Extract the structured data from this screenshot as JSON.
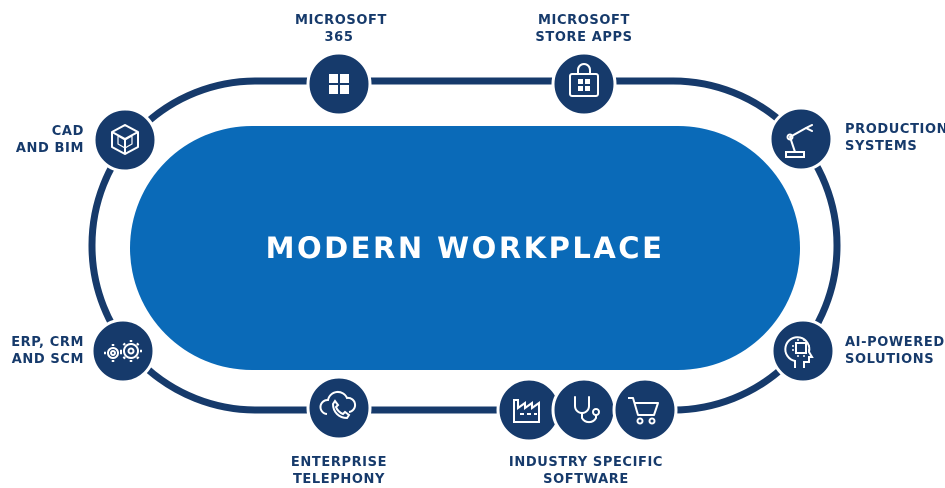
{
  "center_title": "MODERN WORKPLACE",
  "colors": {
    "navy": "#163a6b",
    "blue": "#0a6ab8",
    "white": "#ffffff"
  },
  "nodes": [
    {
      "id": "microsoft-365",
      "icon": "windows-grid-icon",
      "label": [
        "MICROSOFT",
        "365"
      ]
    },
    {
      "id": "microsoft-store-apps",
      "icon": "store-bag-icon",
      "label": [
        "MICROSOFT",
        "STORE APPS"
      ]
    },
    {
      "id": "production-systems",
      "icon": "robot-arm-icon",
      "label": [
        "PRODUCTION",
        "SYSTEMS"
      ]
    },
    {
      "id": "ai-powered-solutions",
      "icon": "ai-head-icon",
      "label": [
        "AI-POWERED",
        "SOLUTIONS"
      ]
    },
    {
      "id": "industry-specific-software",
      "icon": "factory-stethoscope-cart-icons",
      "label": [
        "INDUSTRY SPECIFIC",
        "SOFTWARE"
      ]
    },
    {
      "id": "enterprise-telephony",
      "icon": "cloud-phone-icon",
      "label": [
        "ENTERPRISE",
        "TELEPHONY"
      ]
    },
    {
      "id": "erp-crm-scm",
      "icon": "gears-icon",
      "label": [
        "ERP, CRM",
        "AND SCM"
      ]
    },
    {
      "id": "cad-bim",
      "icon": "cube-icon",
      "label": [
        "CAD",
        "AND BIM"
      ]
    }
  ]
}
